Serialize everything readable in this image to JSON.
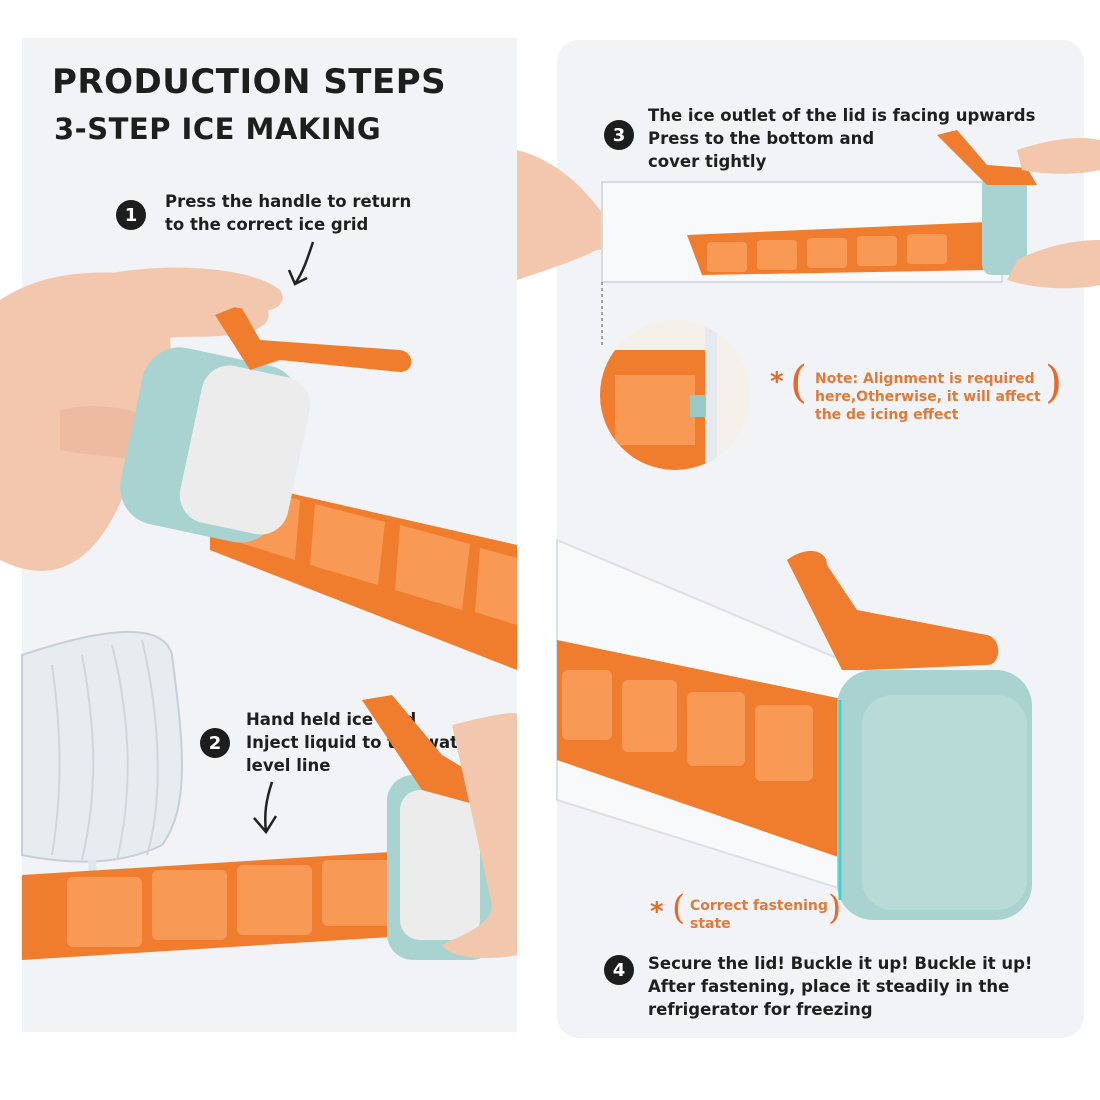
{
  "header": {
    "title": "PRODUCTION STEPS",
    "subtitle": "3-STEP ICE MAKING"
  },
  "steps": [
    {
      "number": "1",
      "lines": [
        "Press the handle to return",
        "to the correct ice grid"
      ]
    },
    {
      "number": "2",
      "lines": [
        "Hand held ice grid",
        "Inject liquid to the water",
        "level line"
      ]
    },
    {
      "number": "3",
      "lines": [
        "The ice outlet of the lid is facing upwards",
        "Press to the bottom and",
        "cover tightly"
      ]
    },
    {
      "number": "4",
      "lines": [
        "Secure the lid! Buckle it up! Buckle it up!",
        "After fastening, place it steadily in the",
        "refrigerator for freezing"
      ]
    }
  ],
  "notes": {
    "alignment": [
      "Note: Alignment is required",
      "here,Otherwise, it will affect",
      "the de icing effect"
    ],
    "fastening": [
      "Correct fastening",
      "state"
    ],
    "asterisk": "*"
  },
  "colors": {
    "orange": "#f07d2e",
    "orange_dark": "#d9651c",
    "lid_teal": "#a9d3d0",
    "panel_bg": "#f1f3f6",
    "accent_note": "#e07a3a"
  }
}
